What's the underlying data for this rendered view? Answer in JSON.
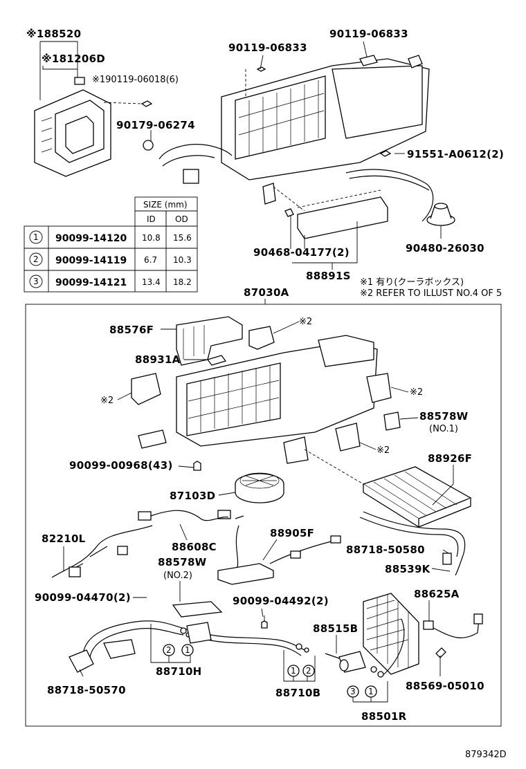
{
  "labels": {
    "p188520": "※188520",
    "p181206D": "※181206D",
    "p190119_06018": "※190119-06018(6)",
    "p90179_06274": "90179-06274",
    "p90119_06833_a": "90119-06833",
    "p90119_06833_b": "90119-06833",
    "p91551": "91551-A0612(2)",
    "p90468": "90468-04177(2)",
    "p90480": "90480-26030",
    "p88891S": "88891S",
    "note1": "※1 有り(クーラボックス)",
    "note2": "※2 REFER TO ILLUST NO.4 OF 5",
    "p87030A": "87030A",
    "p88576F": "88576F",
    "p88931A": "88931A",
    "star2_a": "※2",
    "star2_b": "※2",
    "star2_c": "※2",
    "star2_d": "※2",
    "p88578W_1": "88578W",
    "no1": "(NO.1)",
    "p90099_00968": "90099-00968(43)",
    "p88926F": "88926F",
    "p87103D": "87103D",
    "p82210L": "82210L",
    "p88608C": "88608C",
    "p88905F": "88905F",
    "p88718_50580": "88718-50580",
    "p88539K": "88539K",
    "p88578W_2": "88578W",
    "no2": "(NO.2)",
    "p90099_04470": "90099-04470(2)",
    "p90099_04492": "90099-04492(2)",
    "p88625A": "88625A",
    "p88515B": "88515B",
    "p88710H": "88710H",
    "p88718_50570": "88718-50570",
    "p88710B": "88710B",
    "p88569": "88569-05010",
    "p88501R": "88501R",
    "ref": "879342D",
    "c1": "1",
    "c2": "2",
    "c3": "3"
  },
  "size_table": {
    "header": "SIZE (mm)",
    "col_id": "ID",
    "col_od": "OD",
    "rows": [
      {
        "no": "1",
        "part": "90099-14120",
        "id": "10.8",
        "od": "15.6"
      },
      {
        "no": "2",
        "part": "90099-14119",
        "id": "6.7",
        "od": "10.3"
      },
      {
        "no": "3",
        "part": "90099-14121",
        "id": "13.4",
        "od": "18.2"
      }
    ]
  }
}
